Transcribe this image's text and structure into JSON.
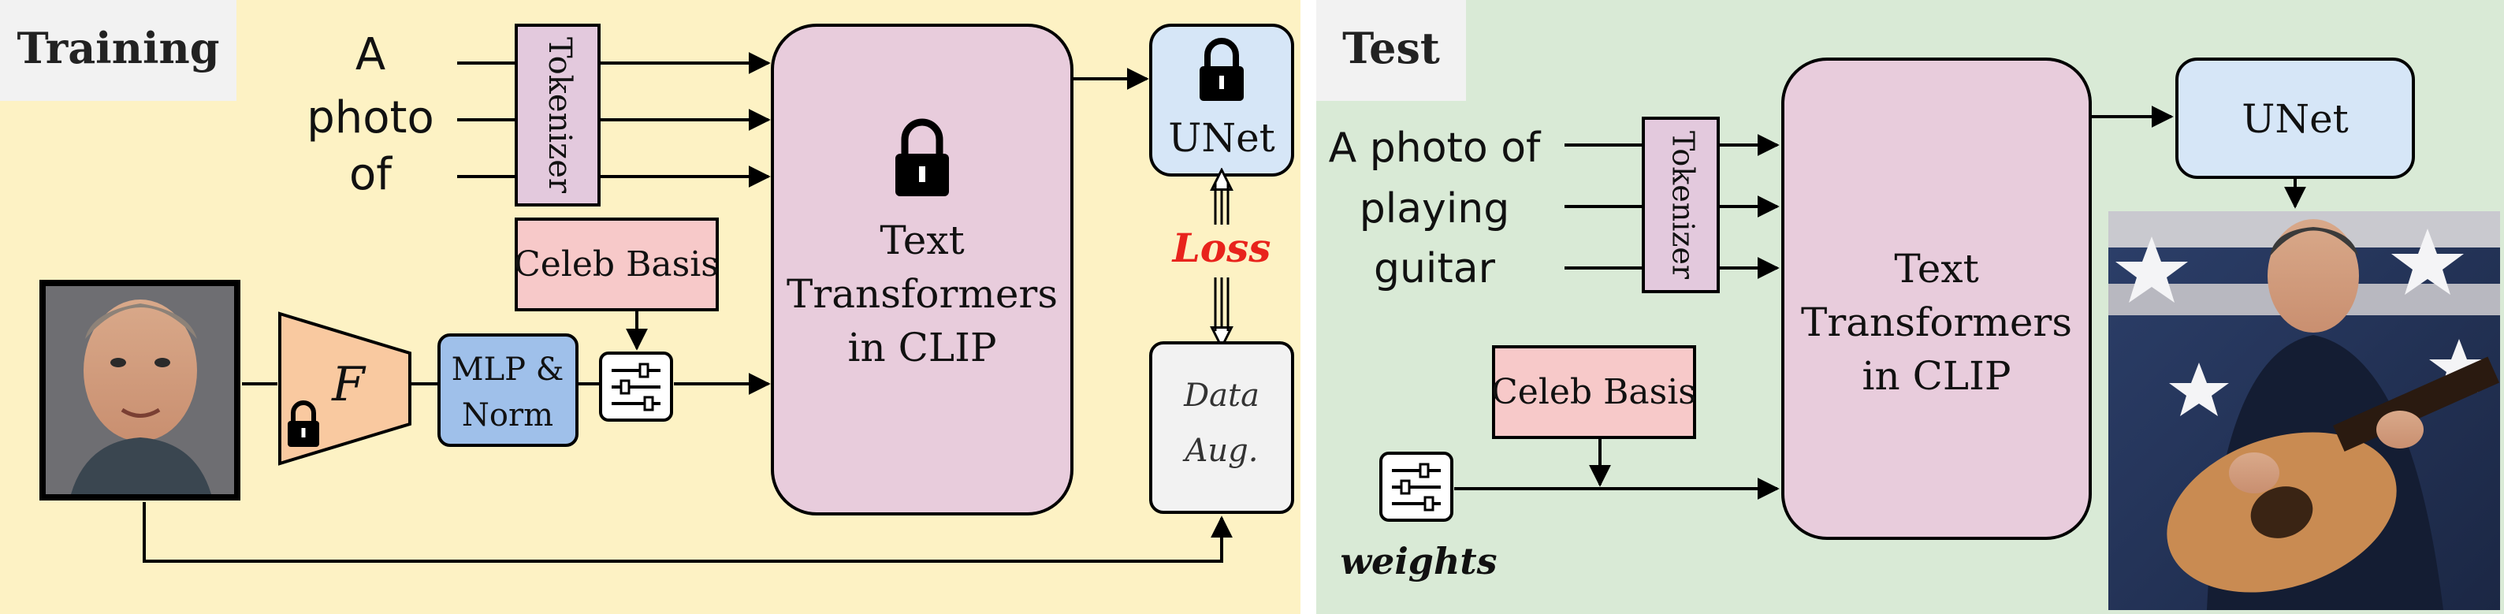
{
  "colors": {
    "training_bg": "#fdf2c4",
    "test_bg": "#d9ead6",
    "panel_label_bg": "#f2f2f2",
    "tokenizer_fill": "#e3c9dd",
    "transformer_fill": "#e8ccdc",
    "unet_fill": "#d6e6f7",
    "celeb_fill": "#f7c9c9",
    "encoder_fill": "#f9c9a0",
    "mlp_fill": "#9fc0ea",
    "dataaug_fill": "#f2f2f2",
    "loss_color": "#e8231c"
  },
  "training": {
    "label": "Training",
    "prompt_lines": [
      "A",
      "photo",
      "of"
    ],
    "tokenizer": "Tokenizer",
    "celeb_basis": "Celeb Basis",
    "encoder": "F",
    "mlp_lines": [
      "MLP &",
      "Norm"
    ],
    "transformer_lines": [
      "Text",
      "Transformers",
      "in CLIP"
    ],
    "unet": "UNet",
    "loss": "Loss",
    "data_aug_lines": [
      "Data",
      "Aug."
    ],
    "face_image": "portrait of a man (input face photo)"
  },
  "test": {
    "label": "Test",
    "prompt_lines": [
      "A photo of",
      "playing",
      "guitar"
    ],
    "tokenizer": "Tokenizer",
    "celeb_basis": "Celeb Basis",
    "transformer_lines": [
      "Text",
      "Transformers",
      "in CLIP"
    ],
    "unet": "UNet",
    "weights": "weights",
    "output_image": "generated image: man playing guitar in front of stars"
  },
  "icons": {
    "lock": "lock-icon",
    "sliders": "sliders-icon",
    "arrow": "arrow-icon"
  }
}
